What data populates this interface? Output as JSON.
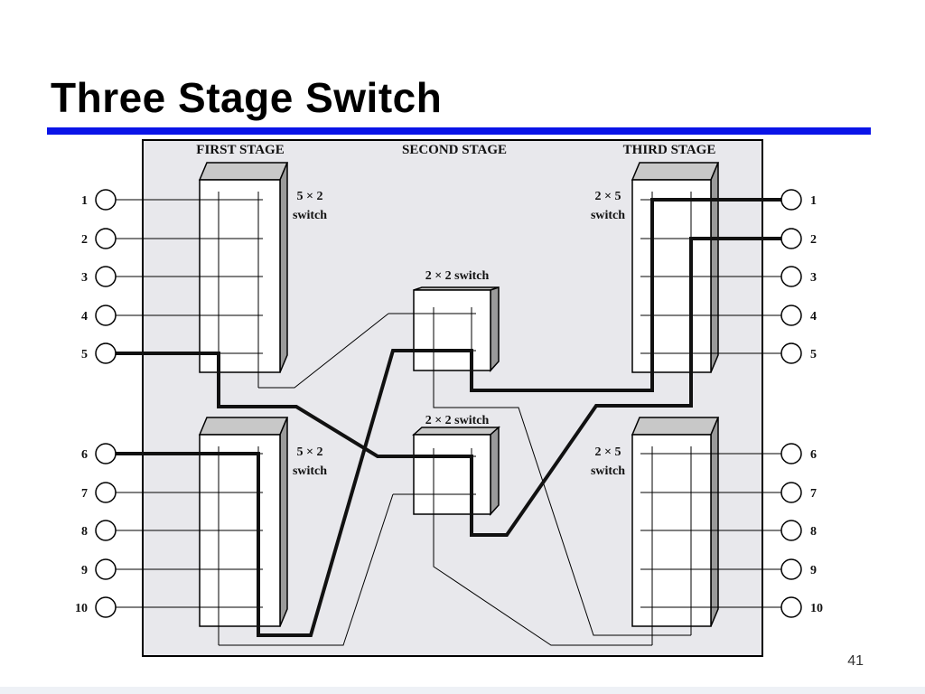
{
  "slide": {
    "title": "Three Stage Switch",
    "page_number": "41"
  },
  "colors": {
    "title_rule": "#0a14e8",
    "panel": "#e8e8ec",
    "route": "#111111"
  },
  "diagram": {
    "stage_labels": {
      "first": "FIRST STAGE",
      "second": "SECOND STAGE",
      "third": "THIRD STAGE"
    },
    "switch_labels": {
      "first_top": [
        "5 × 2",
        "switch"
      ],
      "first_bottom": [
        "5 × 2",
        "switch"
      ],
      "middle_top": "2 × 2 switch",
      "middle_bottom": "2 × 2 switch",
      "third_top": [
        "2 × 5",
        "switch"
      ],
      "third_bottom": [
        "2 × 5",
        "switch"
      ]
    },
    "inputs": [
      "1",
      "2",
      "3",
      "4",
      "5",
      "6",
      "7",
      "8",
      "9",
      "10"
    ],
    "outputs": [
      "1",
      "2",
      "3",
      "4",
      "5",
      "6",
      "7",
      "8",
      "9",
      "10"
    ]
  }
}
